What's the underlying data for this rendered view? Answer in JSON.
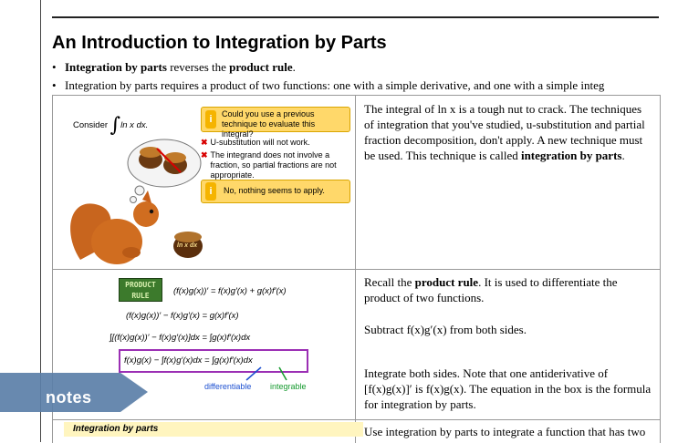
{
  "doc": {
    "title": "An Introduction to Integration by Parts",
    "bullet1_bold": "Integration by parts",
    "bullet1_mid": " reverses the ",
    "bullet1_bold2": "product rule",
    "bullet1_end": ".",
    "bullet2": "Integration by parts requires a product of two functions:  one with a simple derivative, and one with a simple integ"
  },
  "row1": {
    "consider": "Consider",
    "consider_math": "ln x dx.",
    "question": "Could you use a previous technique to evaluate this integral?",
    "x1": "U-substitution will not work.",
    "x2": "The integrand does not involve a fraction, so partial fractions are not appropriate.",
    "answer": "No, nothing seems to apply.",
    "acorn_label": "ln x dx",
    "text_a": "The integral of ln x is a tough nut to crack.  The techniques of integration that you've studied, u-substitution and partial fraction decomposition, don't apply.  A new technique must be used.  This technique is called ",
    "text_bold": "integration by parts",
    "text_end": "."
  },
  "row2": {
    "badge_line1": "PRODUCT",
    "badge_line2": "RULE",
    "eq1": "(f(x)g(x))′ = f(x)g′(x) + g(x)f′(x)",
    "eq2": "(f(x)g(x))′ − f(x)g′(x) = g(x)f′(x)",
    "eq3": "∫[(f(x)g(x))′ − f(x)g′(x)]dx = ∫g(x)f′(x)dx",
    "eq4": "f(x)g(x) − ∫f(x)g′(x)dx = ∫g(x)f′(x)dx",
    "ann_diff": "differentiable",
    "ann_int": "integrable",
    "p1_a": "Recall the ",
    "p1_bold": "product rule",
    "p1_b": ".  It is used to differentiate the product of two functions.",
    "p2": "Subtract f(x)g′(x) from both sides.",
    "p3": "Integrate both sides.  Note that one antiderivative of [f(x)g(x)]′ is f(x)g(x).  The equation in the box is the formula for integration by parts."
  },
  "row3": {
    "label": "Integration by parts",
    "text": "Use integration by parts to integrate a function that has two"
  },
  "notes_tab": {
    "label": "notes"
  }
}
